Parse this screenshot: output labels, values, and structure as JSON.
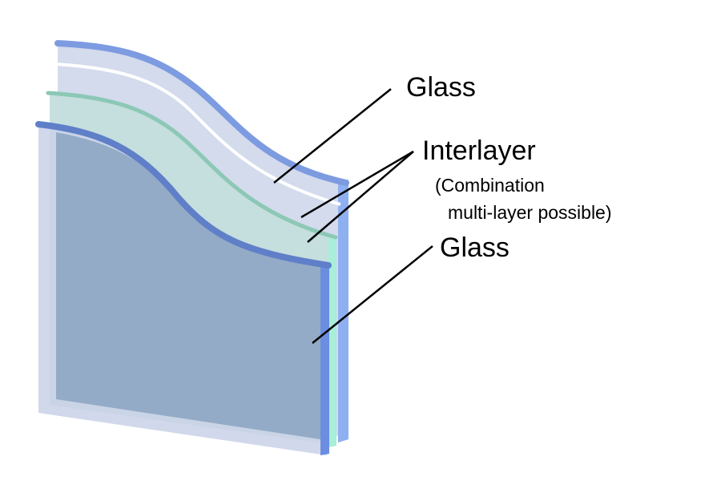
{
  "labels": {
    "glass_top": "Glass",
    "interlayer": "Interlayer",
    "note_line1": "(Combination",
    "note_line2": "multi-layer possible)",
    "glass_bottom": "Glass"
  },
  "colors": {
    "back_glass_face": "#d3dbec",
    "back_glass_edge_top": "#7d9be0",
    "back_glass_edge_side": "#8fb0f0",
    "white_highlight": "#ffffff",
    "interlayer_face": "#c4dedd",
    "interlayer_edge": "#8cc8b5",
    "interlayer_side": "#a8eed8",
    "front_glass_face": "#93abc6",
    "front_glass_edge_top": "#5f7fc8",
    "front_glass_edge_side": "#6b8ee0",
    "outer_frame": "#c9d1e8",
    "leader_line": "#000000"
  }
}
